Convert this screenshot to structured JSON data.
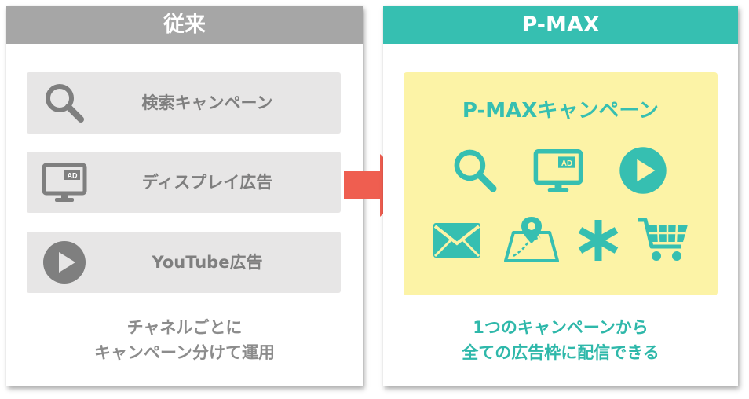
{
  "left_panel": {
    "header": "従来",
    "items": [
      {
        "label": "検索キャンペーン",
        "icon": "search-icon"
      },
      {
        "label": "ディスプレイ広告",
        "icon": "display-ad-icon"
      },
      {
        "label": "YouTube広告",
        "icon": "play-icon"
      }
    ],
    "caption_lines": [
      "チャネルごとに",
      "キャンペーン分けて運用"
    ],
    "ad_badge": "AD"
  },
  "right_panel": {
    "header": "P-MAX",
    "campaign_title": "P-MAXキャンペーン",
    "icons": [
      "search-icon",
      "display-ad-icon",
      "play-icon",
      "mail-icon",
      "map-pin-icon",
      "asterisk-icon",
      "shopping-cart-icon"
    ],
    "caption_lines": [
      "1つのキャンペーンから",
      "全ての広告枠に配信できる"
    ],
    "ad_badge": "AD"
  },
  "colors": {
    "legacy_gray": "#a6a6a6",
    "pmax_teal": "#36bfb1",
    "highlight_yellow": "#fcf3a6",
    "arrow_red": "#ef5e50"
  }
}
